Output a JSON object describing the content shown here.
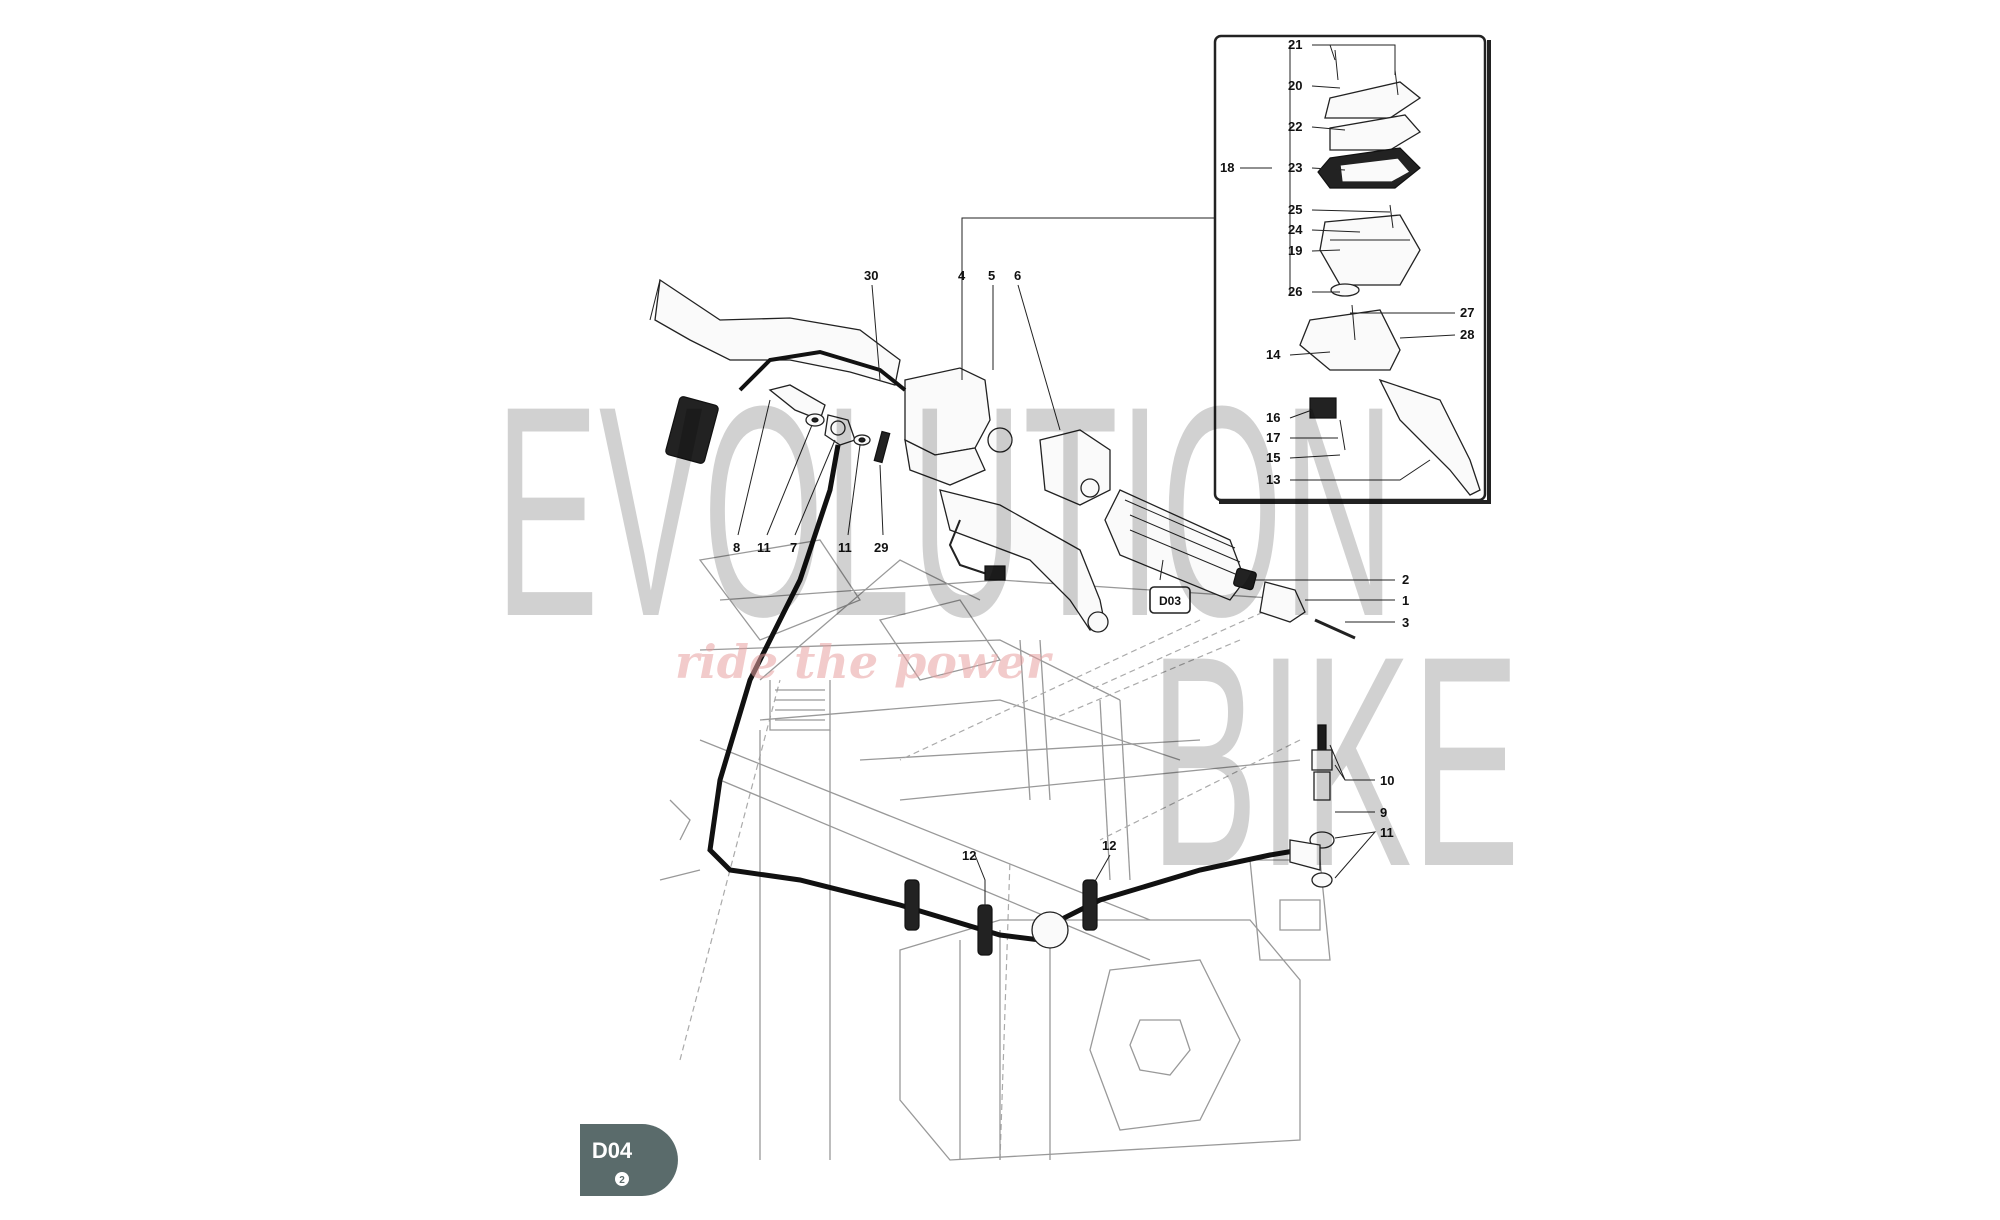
{
  "callouts": {
    "c1": "1",
    "c2": "2",
    "c3": "3",
    "c4": "4",
    "c5": "5",
    "c6": "6",
    "c7": "7",
    "c8": "8",
    "c9": "9",
    "c10": "10",
    "c11a": "11",
    "c11b": "11",
    "c11c": "11",
    "c12a": "12",
    "c12b": "12",
    "c13": "13",
    "c14": "14",
    "c15": "15",
    "c16": "16",
    "c17": "17",
    "c18": "18",
    "c19": "19",
    "c20": "20",
    "c21": "21",
    "c22": "22",
    "c23": "23",
    "c24": "24",
    "c25": "25",
    "c26": "26",
    "c27": "27",
    "c28": "28",
    "c29": "29",
    "c30": "30"
  },
  "ref_box": {
    "label": "D03"
  },
  "page_badge": {
    "code": "D04",
    "sheet": "2",
    "color": "#5a6b6b"
  },
  "watermark": {
    "word1": "EVOLUTION",
    "word2": "BIKE",
    "tagline": "ride the power",
    "tagline_color": "#e8a0a0"
  }
}
